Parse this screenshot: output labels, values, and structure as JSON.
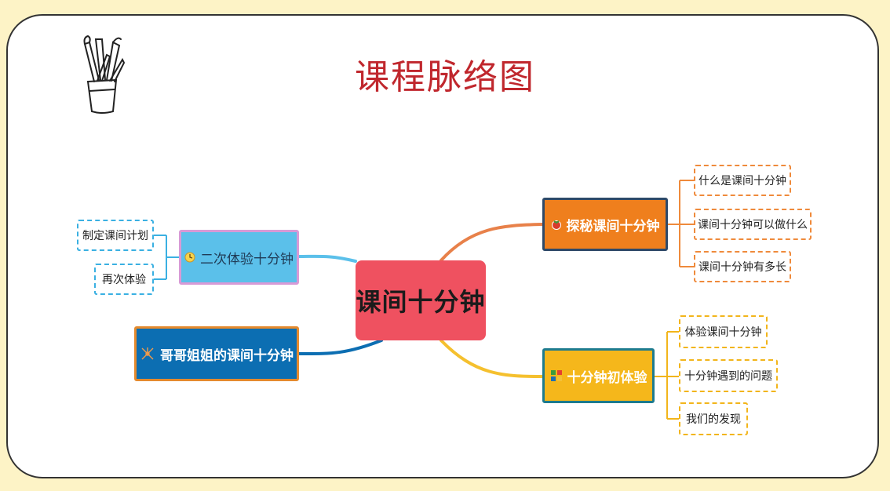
{
  "title": "课程脉络图",
  "center": "课间十分钟",
  "branches": {
    "explore": {
      "label": "探秘课间十分钟",
      "leaves": [
        "什么是课间十分钟",
        "课间十分钟可以做什么",
        "课间十分钟有多长"
      ]
    },
    "first": {
      "label": "十分钟初体验",
      "leaves": [
        "体验课间十分钟",
        "十分钟遇到的问题",
        "我们的发现"
      ]
    },
    "second": {
      "label": "二次体验十分钟",
      "leaves": [
        "制定课间计划",
        "再次体验"
      ]
    },
    "elder": {
      "label": "哥哥姐姐的课间十分钟"
    }
  },
  "colors": {
    "background": "#fdf3c6",
    "title": "#c0272d",
    "center": "#ef5160",
    "explore": "#ef7f1d",
    "first": "#f5b71b",
    "second": "#5bc0ea",
    "elder": "#0c6eb2"
  },
  "icons": {
    "decoration": "pencil-cup-icon",
    "explore": "tomato-icon",
    "first": "puzzle-icon",
    "second": "clock-icon",
    "elder": "network-icon"
  }
}
